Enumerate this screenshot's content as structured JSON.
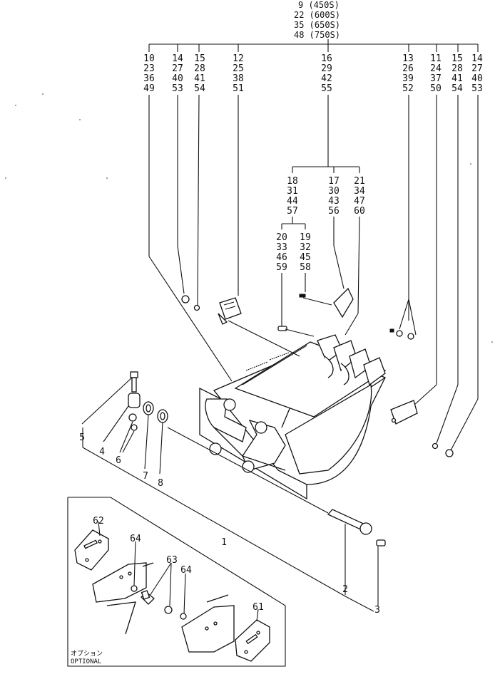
{
  "header_refs": [
    "9 (450S)",
    "22 (600S)",
    "35 (650S)",
    "48 (750S)"
  ],
  "columns": [
    [
      "10",
      "23",
      "36",
      "49"
    ],
    [
      "14",
      "27",
      "40",
      "53"
    ],
    [
      "15",
      "28",
      "41",
      "54"
    ],
    [
      "12",
      "25",
      "38",
      "51"
    ],
    [
      "16",
      "29",
      "42",
      "55"
    ],
    [
      "13",
      "26",
      "39",
      "52"
    ],
    [
      "11",
      "24",
      "37",
      "50"
    ],
    [
      "15",
      "28",
      "41",
      "54"
    ],
    [
      "14",
      "27",
      "40",
      "53"
    ]
  ],
  "sub_columns": [
    [
      "18",
      "31",
      "44",
      "57"
    ],
    [
      "17",
      "30",
      "43",
      "56"
    ],
    [
      "21",
      "34",
      "47",
      "60"
    ]
  ],
  "sub_sub_columns": [
    [
      "20",
      "33",
      "46",
      "59"
    ],
    [
      "19",
      "32",
      "45",
      "58"
    ]
  ],
  "callouts": [
    "5",
    "4",
    "6",
    "7",
    "8",
    "1",
    "2",
    "3",
    "62",
    "64",
    "63",
    "64",
    "61"
  ],
  "optional_label": {
    "jp": "オプション",
    "en": "OPTIONAL"
  }
}
